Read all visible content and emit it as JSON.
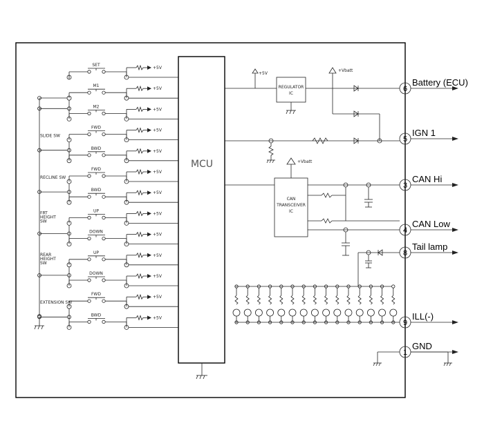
{
  "switches": [
    {
      "group": "",
      "labels": [
        "SET"
      ]
    },
    {
      "group": "",
      "labels": [
        "M1",
        "M2"
      ]
    },
    {
      "group": "SLIDE SW",
      "labels": [
        "FWD",
        "BWD"
      ]
    },
    {
      "group": "RECLINE SW",
      "labels": [
        "FWD",
        "BWD"
      ]
    },
    {
      "group": "FRT HEIGHT SW",
      "labels": [
        "UP",
        "DOWN"
      ]
    },
    {
      "group": "REAR HEIGHT SW",
      "labels": [
        "UP",
        "DOWN"
      ]
    },
    {
      "group": "EXTENSION SW",
      "labels": [
        "FWD",
        "BWD"
      ]
    }
  ],
  "supply_label": "+5V",
  "mcu_label": "MCU",
  "regulator_label": "REGULATOR IC",
  "transceiver_label": "CAN TRANSCEIVER IC",
  "vbat_label": "+Vbatt",
  "pins": [
    {
      "num": "6",
      "name": "Battery (ECU)"
    },
    {
      "num": "5",
      "name": "IGN 1"
    },
    {
      "num": "3",
      "name": "CAN Hi"
    },
    {
      "num": "4",
      "name": "CAN Low"
    },
    {
      "num": "8",
      "name": "Tail lamp"
    },
    {
      "num": "9",
      "name": "ILL(-)"
    },
    {
      "num": "1",
      "name": "GND"
    }
  ],
  "colors": {
    "line": "#222222",
    "border": "#000000"
  }
}
